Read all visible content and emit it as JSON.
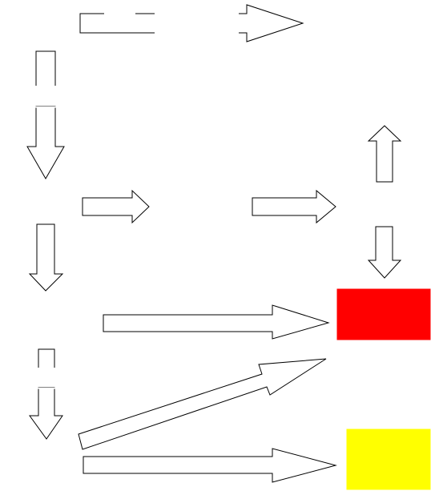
{
  "diagram": {
    "background": "#ffffff",
    "stroke_color": "#000000",
    "arrow_fill": "#ffffff",
    "arrows": [
      {
        "id": "top-elbow-arrow",
        "direction": "right",
        "style": "elbow-broken"
      },
      {
        "id": "left-arrow-1",
        "direction": "down",
        "style": "broken"
      },
      {
        "id": "middle-arrow-a",
        "direction": "right",
        "style": "solid"
      },
      {
        "id": "middle-arrow-b",
        "direction": "right",
        "style": "solid"
      },
      {
        "id": "right-arrow-up",
        "direction": "up",
        "style": "solid"
      },
      {
        "id": "right-arrow-down",
        "direction": "down",
        "style": "solid"
      },
      {
        "id": "left-arrow-2",
        "direction": "down",
        "style": "solid"
      },
      {
        "id": "long-arrow-to-red",
        "direction": "right",
        "style": "solid"
      },
      {
        "id": "left-arrow-3",
        "direction": "down",
        "style": "broken"
      },
      {
        "id": "diagonal-arrow",
        "direction": "up-right",
        "style": "solid"
      },
      {
        "id": "long-arrow-to-yellow",
        "direction": "right",
        "style": "solid"
      }
    ],
    "boxes": [
      {
        "id": "red-box",
        "color": "#ff0000",
        "label": ""
      },
      {
        "id": "yellow-box",
        "color": "#ffff00",
        "label": ""
      }
    ]
  }
}
